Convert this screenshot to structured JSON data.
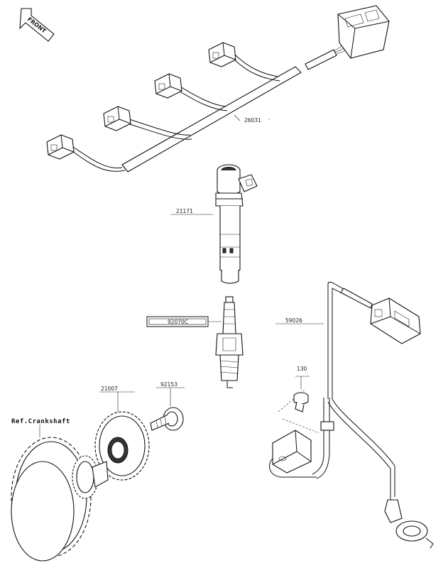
{
  "front_label": "FRONT",
  "ref_label": "Ref.Crankshaft",
  "parts": {
    "harness": "26031",
    "ignition_coil": "21171",
    "spark_plug": "92070C",
    "sensor": "59026",
    "bolt_130": "130",
    "rotor": "21007",
    "bolt_92153": "92153"
  }
}
